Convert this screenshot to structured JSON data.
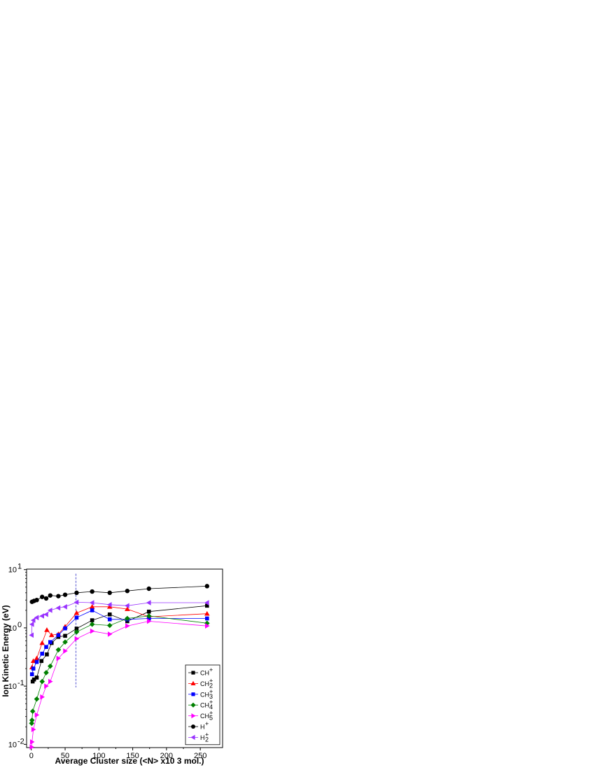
{
  "chart_data": {
    "type": "line",
    "xlabel": "Average Cluster size (<N> x10 3 mol.)",
    "ylabel": "Ion Kinetic Energy (eV)",
    "xlim": [
      -7,
      283
    ],
    "ylim": [
      0.0088,
      10.2
    ],
    "yscale": "log",
    "xticks": [
      0,
      50,
      100,
      150,
      200,
      250
    ],
    "yticks": [
      {
        "value": 0.01,
        "base": "10",
        "exp": "-2"
      },
      {
        "value": 0.1,
        "base": "10",
        "exp": "-1"
      },
      {
        "value": 1,
        "base": "10",
        "exp": "0"
      },
      {
        "value": 10,
        "base": "10",
        "exp": "1"
      }
    ],
    "vline": {
      "x": 66,
      "y_from": 0.095,
      "y_to": 8.5,
      "color": "#6b6bd6",
      "style": "dashed"
    },
    "legend": {
      "position": "bottom-right"
    },
    "series": [
      {
        "name": "CH",
        "sup": "+",
        "sub": "",
        "marker": "square",
        "color": "#000000",
        "x": [
          2,
          4,
          8,
          15,
          23,
          30,
          40,
          50,
          67,
          90,
          116,
          142,
          174,
          260
        ],
        "y": [
          0.12,
          0.13,
          0.14,
          0.27,
          0.35,
          0.55,
          0.7,
          0.73,
          0.97,
          1.35,
          1.7,
          1.3,
          1.9,
          2.4
        ]
      },
      {
        "name": "CH",
        "sup": "+",
        "sub": "2",
        "marker": "triangle-up",
        "color": "#ff0000",
        "x": [
          1,
          3,
          8,
          16,
          23,
          30,
          40,
          50,
          67,
          90,
          116,
          142,
          174,
          260
        ],
        "y": [
          0.21,
          0.27,
          0.3,
          0.55,
          0.92,
          0.75,
          0.78,
          1.05,
          1.8,
          2.3,
          2.3,
          2.1,
          1.55,
          1.75
        ]
      },
      {
        "name": "CH",
        "sup": "+",
        "sub": "3",
        "marker": "square",
        "color": "#0000ff",
        "x": [
          1,
          3,
          8,
          16,
          22,
          28,
          40,
          50,
          67,
          90,
          116,
          142,
          174,
          260
        ],
        "y": [
          0.16,
          0.2,
          0.26,
          0.36,
          0.47,
          0.57,
          0.75,
          0.98,
          1.5,
          2.0,
          1.4,
          1.4,
          1.45,
          1.45
        ]
      },
      {
        "name": "CH",
        "sup": "+",
        "sub": "4",
        "marker": "diamond",
        "color": "#008000",
        "x": [
          0.5,
          1,
          2,
          8,
          16,
          22,
          28,
          40,
          50,
          67,
          90,
          116,
          142,
          174,
          260
        ],
        "y": [
          0.023,
          0.026,
          0.037,
          0.06,
          0.12,
          0.17,
          0.22,
          0.42,
          0.57,
          0.85,
          1.15,
          1.1,
          1.45,
          1.6,
          1.2
        ]
      },
      {
        "name": "CH",
        "sup": "+",
        "sub": "5",
        "marker": "triangle-right",
        "color": "#ff00ff",
        "x": [
          0.5,
          1,
          3,
          8,
          16,
          22,
          28,
          40,
          50,
          67,
          90,
          116,
          142,
          174,
          260
        ],
        "y": [
          0.009,
          0.011,
          0.018,
          0.032,
          0.065,
          0.1,
          0.12,
          0.3,
          0.4,
          0.65,
          0.88,
          0.78,
          1.08,
          1.3,
          1.08
        ]
      },
      {
        "name": "H",
        "sup": "+",
        "sub": "",
        "marker": "circle",
        "color": "#000000",
        "x": [
          1,
          4,
          8,
          16,
          22,
          28,
          40,
          50,
          67,
          90,
          116,
          142,
          174,
          260
        ],
        "y": [
          2.8,
          2.9,
          3.0,
          3.4,
          3.2,
          3.6,
          3.5,
          3.7,
          4.0,
          4.2,
          4.0,
          4.3,
          4.7,
          5.2
        ]
      },
      {
        "name": "H",
        "sup": "+",
        "sub": "2",
        "marker": "triangle-left",
        "color": "#9933ff",
        "x": [
          0.5,
          1,
          3,
          8,
          16,
          22,
          28,
          40,
          50,
          67,
          90,
          116,
          142,
          174,
          260
        ],
        "y": [
          0.75,
          1.15,
          1.35,
          1.5,
          1.6,
          1.7,
          2.0,
          2.2,
          2.3,
          2.75,
          2.7,
          2.5,
          2.4,
          2.7,
          2.7
        ]
      }
    ]
  }
}
